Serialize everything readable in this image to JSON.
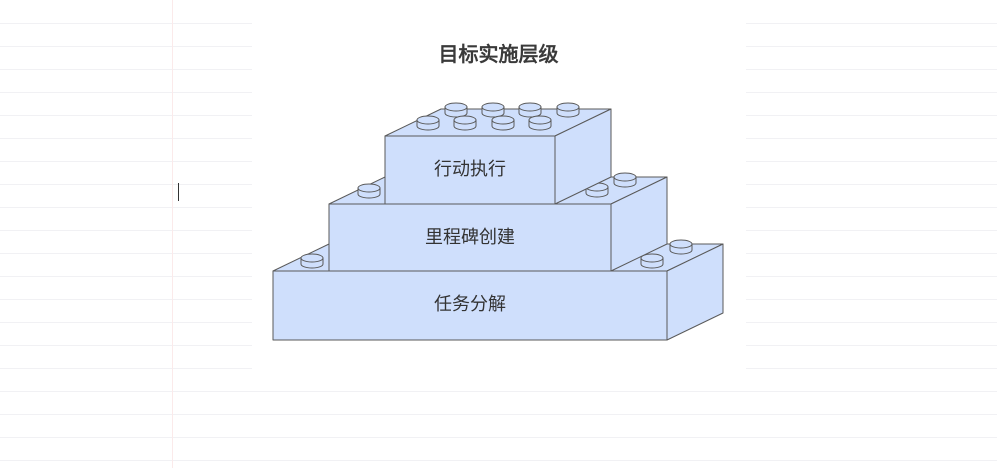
{
  "title": "目标实施层级",
  "levels": [
    {
      "label": "行动执行"
    },
    {
      "label": "里程碑创建"
    },
    {
      "label": "任务分解"
    }
  ],
  "colors": {
    "block_fill": "#cfdffc",
    "block_stroke": "#5a5a5a",
    "title": "#3a3a3a",
    "text": "#333333"
  }
}
